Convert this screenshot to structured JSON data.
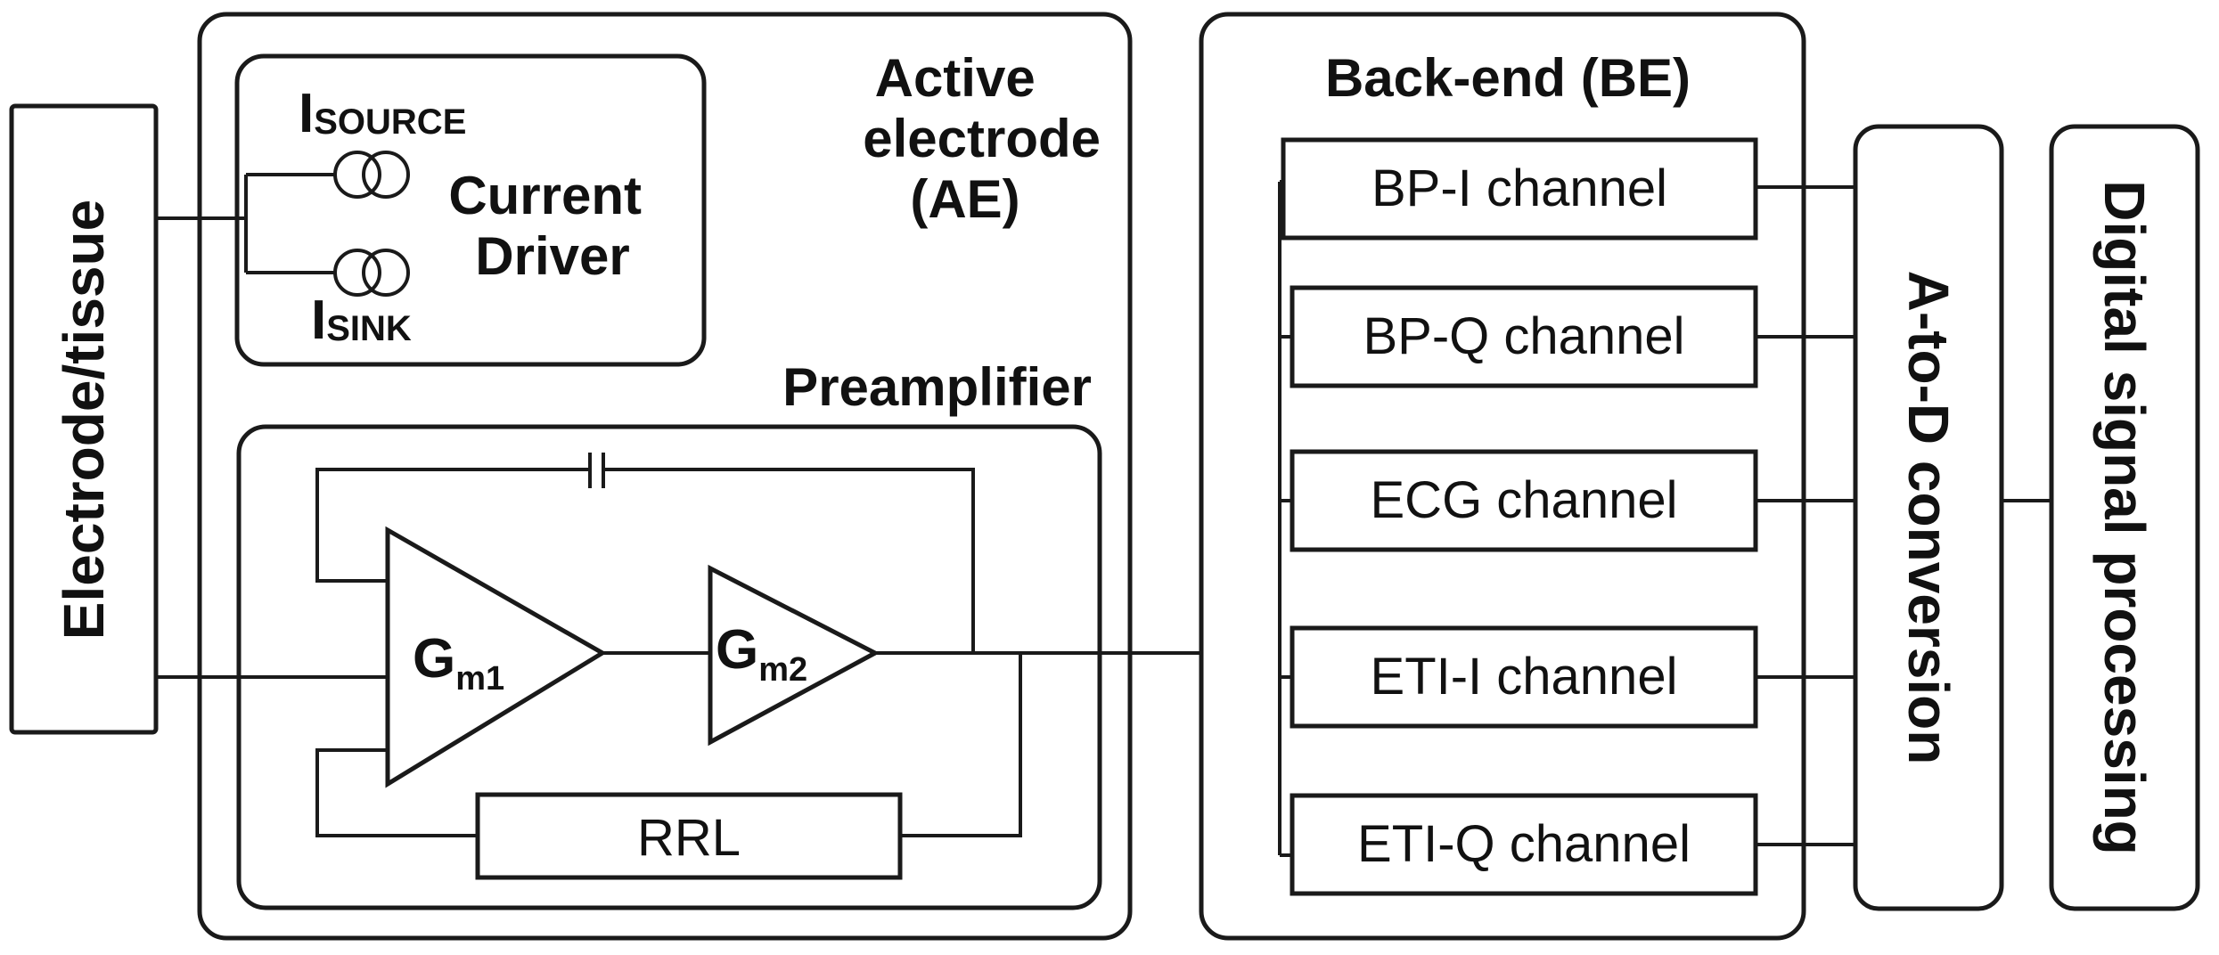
{
  "blocks": {
    "electrode_tissue": "Electrode/tissue",
    "active_electrode": [
      "Active",
      "electrode",
      "(AE)"
    ],
    "current_driver": [
      "Current",
      "Driver"
    ],
    "i_source": {
      "main": "I",
      "sub": "SOURCE"
    },
    "i_sink": {
      "main": "I",
      "sub": "SINK"
    },
    "preamplifier": "Preamplifier",
    "gm1": {
      "main": "G",
      "sub": "m1"
    },
    "gm2": {
      "main": "G",
      "sub": "m2"
    },
    "rrl": "RRL",
    "back_end": "Back-end (BE)",
    "channels": [
      "BP-I channel",
      "BP-Q channel",
      "ECG channel",
      "ETI-I channel",
      "ETI-Q channel"
    ],
    "adc": "A-to-D conversion",
    "dsp": "Digital signal processing"
  },
  "colors": {
    "stroke": "#1a1a1a",
    "text": "#111111",
    "background": "#ffffff"
  }
}
